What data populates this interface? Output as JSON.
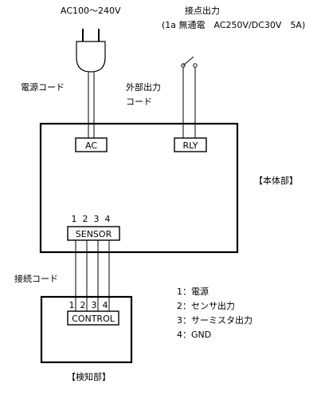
{
  "labels": {
    "ac_supply": "AC100～240V",
    "contact_output": "接点出力",
    "contact_spec": "(1a 無通電　AC250V/DC30V　5A)",
    "power_cord": "電源コード",
    "external_output": "外部出力",
    "external_output_cord": "コード",
    "main_unit": "【本体部】",
    "connection_cord": "接続コード",
    "detector_unit": "【検知部】"
  },
  "connectors": {
    "ac": "AC",
    "rly": "RLY",
    "sensor": "SENSOR",
    "control": "CONTROL"
  },
  "pins": [
    "1",
    "2",
    "3",
    "4"
  ],
  "legend": [
    "1：電源",
    "2：センサ出力",
    "3：サーミスタ出力",
    "4：GND"
  ]
}
